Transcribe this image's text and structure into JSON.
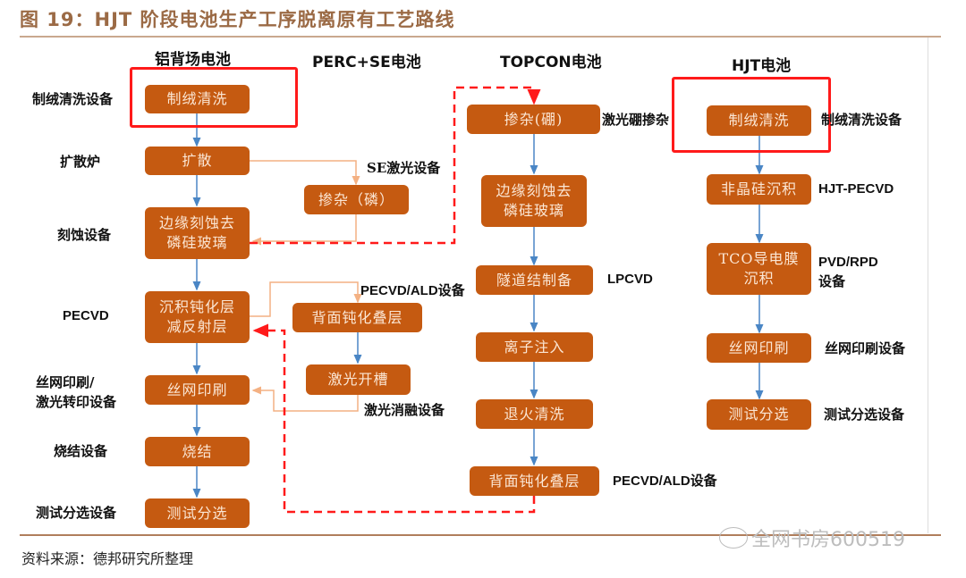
{
  "title": "图 19：HJT 阶段电池生产工序脱离原有工艺路线",
  "source": "资料来源：德邦研究所整理",
  "watermark": "全网书房600519",
  "columns": {
    "al_bsf": "铝背场电池",
    "perc_se": "PERC+SE电池",
    "topcon": "TOPCON电池",
    "hjt": "HJT电池"
  },
  "al_bsf_steps": [
    {
      "step": "制绒清洗",
      "equipment": "制绒清洗设备"
    },
    {
      "step": "扩散",
      "equipment": "扩散炉"
    },
    {
      "step": "边缘刻蚀去\n磷硅玻璃",
      "equipment": "刻蚀设备"
    },
    {
      "step": "沉积钝化层\n减反射层",
      "equipment": "PECVD"
    },
    {
      "step": "丝网印刷",
      "equipment": "丝网印刷/\n激光转印设备"
    },
    {
      "step": "烧结",
      "equipment": "烧结设备"
    },
    {
      "step": "测试分选",
      "equipment": "测试分选设备"
    }
  ],
  "perc_se_steps": [
    {
      "step": "掺杂（磷）",
      "equipment": "SE激光设备"
    },
    {
      "step": "背面钝化叠层",
      "equipment": "PECVD/ALD设备"
    },
    {
      "step": "激光开槽",
      "equipment": "激光消融设备"
    }
  ],
  "topcon_steps": [
    {
      "step": "掺杂(硼)",
      "equipment": "激光硼掺杂"
    },
    {
      "step": "边缘刻蚀去\n磷硅玻璃",
      "equipment": ""
    },
    {
      "step": "隧道结制备",
      "equipment": "LPCVD"
    },
    {
      "step": "离子注入",
      "equipment": ""
    },
    {
      "step": "退火清洗",
      "equipment": ""
    },
    {
      "step": "背面钝化叠层",
      "equipment": "PECVD/ALD设备"
    }
  ],
  "hjt_steps": [
    {
      "step": "制绒清洗",
      "equipment": "制绒清洗设备"
    },
    {
      "step": "非晶硅沉积",
      "equipment": "HJT-PECVD"
    },
    {
      "step": "TCO导电膜\n沉积",
      "equipment": "PVD/RPD\n设备"
    },
    {
      "step": "丝网印刷",
      "equipment": "丝网印刷设备"
    },
    {
      "step": "测试分选",
      "equipment": "测试分选设备"
    }
  ],
  "colors": {
    "box_fill": "#c55a11",
    "flow_arrow": "#4a86c5",
    "branch_line": "#f4b183",
    "highlight": "#ff1a1a",
    "title": "#9b6a45"
  }
}
